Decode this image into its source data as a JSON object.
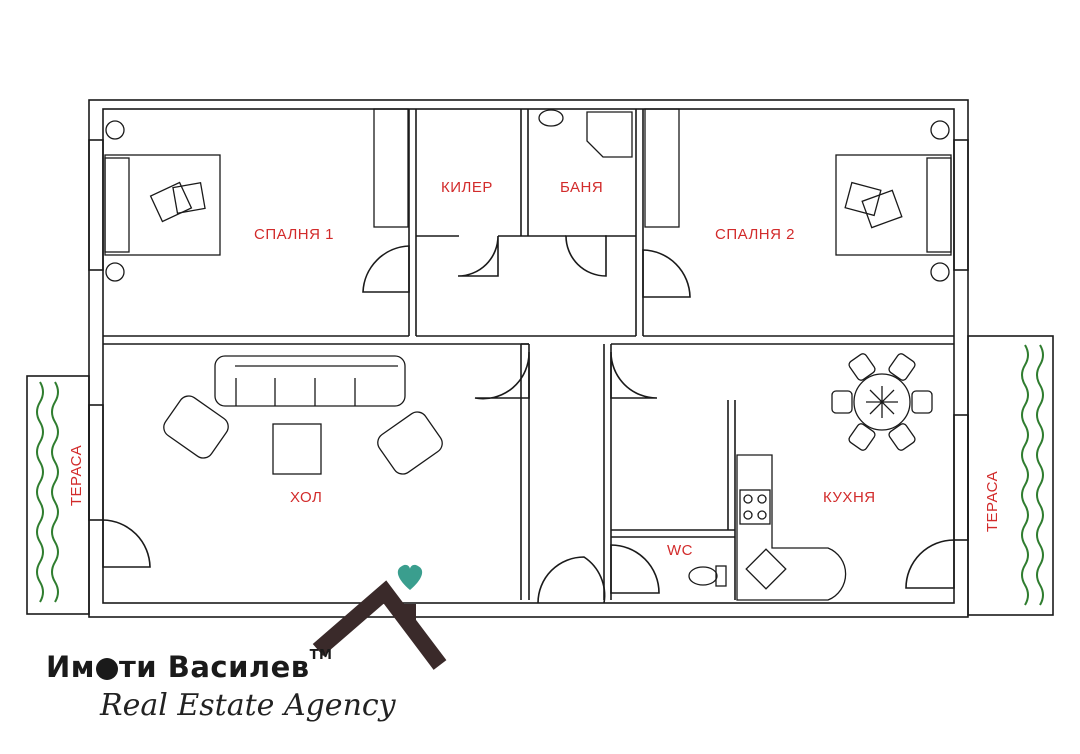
{
  "rooms": {
    "bedroom1": "СПАЛНЯ  1",
    "bedroom2": "СПАЛНЯ  2",
    "storage": "КИЛЕР",
    "bathroom": "БАНЯ",
    "living": "ХОЛ",
    "kitchen": "КУХНЯ",
    "wc": "WC",
    "terrace_left": "ТЕРАСА",
    "terrace_right": "ТЕРАСА"
  },
  "logo": {
    "name_part1": "Им",
    "name_part2": "ти Василев",
    "trademark": "TM",
    "tagline": "Real Estate Agency"
  },
  "colors": {
    "label": "#d22b2b",
    "wall": "#1a1a1a",
    "heart": "#3a9e8e",
    "roof": "#3a2a2a",
    "plants": "#2f7d2f"
  }
}
